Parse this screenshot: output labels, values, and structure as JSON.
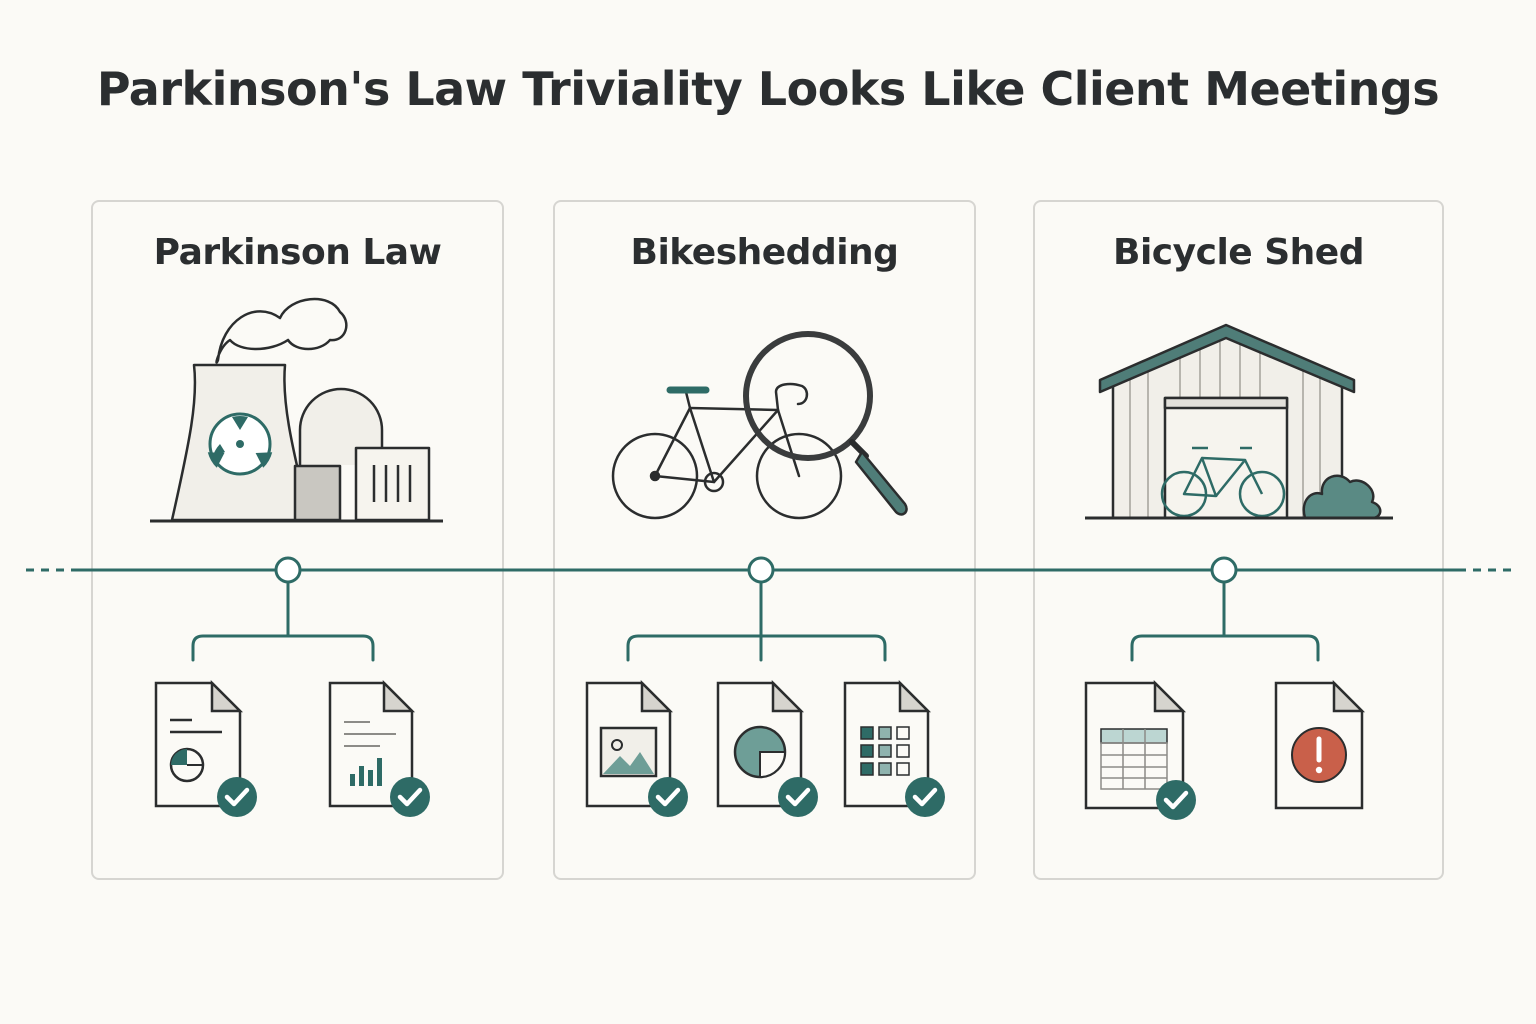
{
  "title": "Parkinson's Law Triviality Looks Like Client Meetings",
  "colors": {
    "accent": "#2e6b66",
    "accent_light": "#6e9e97",
    "outline": "#2b2d2e",
    "panel_border": "#d6d5d1",
    "background": "#fbfaf6",
    "warning": "#c9604a"
  },
  "panels": [
    {
      "title": "Parkinson Law",
      "illustration": "nuclear-power-plant-icon",
      "documents": [
        {
          "icon": "document-pie-chart-icon",
          "status": "check"
        },
        {
          "icon": "document-bar-chart-icon",
          "status": "check"
        }
      ]
    },
    {
      "title": "Bikeshedding",
      "illustration": "bicycle-magnifier-icon",
      "documents": [
        {
          "icon": "document-image-icon",
          "status": "check"
        },
        {
          "icon": "document-pie-icon",
          "status": "check"
        },
        {
          "icon": "document-grid-icon",
          "status": "check"
        }
      ]
    },
    {
      "title": "Bicycle Shed",
      "illustration": "bicycle-shed-icon",
      "documents": [
        {
          "icon": "document-spreadsheet-icon",
          "status": "check"
        },
        {
          "icon": "document-alert-icon",
          "status": "warning"
        }
      ]
    }
  ]
}
